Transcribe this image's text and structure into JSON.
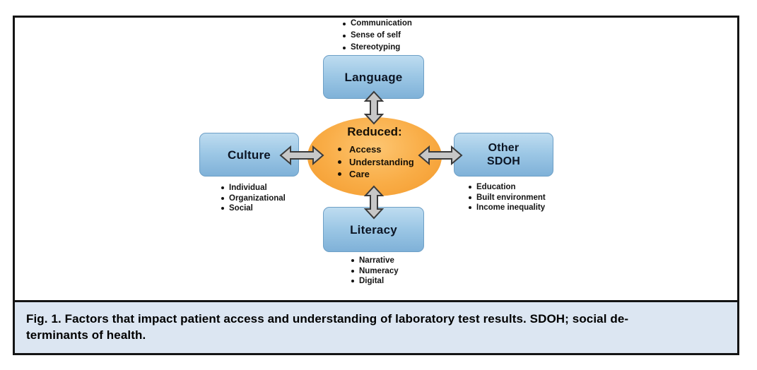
{
  "figure": {
    "caption": {
      "line1": "Fig. 1. Factors that impact patient access and understanding of laboratory test results. SDOH; social de-",
      "line2": "terminants of health."
    }
  },
  "diagram": {
    "center": {
      "title": "Reduced:",
      "items": [
        "Access",
        "Understanding",
        "Care"
      ]
    },
    "nodes": [
      {
        "id": "language",
        "label": "Language",
        "items": [
          "Communication",
          "Sense of self",
          "Stereotyping"
        ]
      },
      {
        "id": "culture",
        "label": "Culture",
        "items": [
          "Individual",
          "Organizational",
          "Social"
        ]
      },
      {
        "id": "other-sdoh",
        "label_lines": [
          "Other",
          "SDOH"
        ],
        "items": [
          "Education",
          "Built environment",
          "Income inequality"
        ]
      },
      {
        "id": "literacy",
        "label": "Literacy",
        "items": [
          "Narrative",
          "Numeracy",
          "Digital"
        ]
      }
    ],
    "colors": {
      "node_fill_top": "#bedcf0",
      "node_fill_bottom": "#7fb1d8",
      "ellipse_light": "#fdc672",
      "ellipse_dark": "#f3992b",
      "arrow_fill": "#c7c7c7",
      "arrow_stroke": "#3a3a3a",
      "caption_background": "#dce6f2",
      "frame_border": "#141414"
    }
  }
}
